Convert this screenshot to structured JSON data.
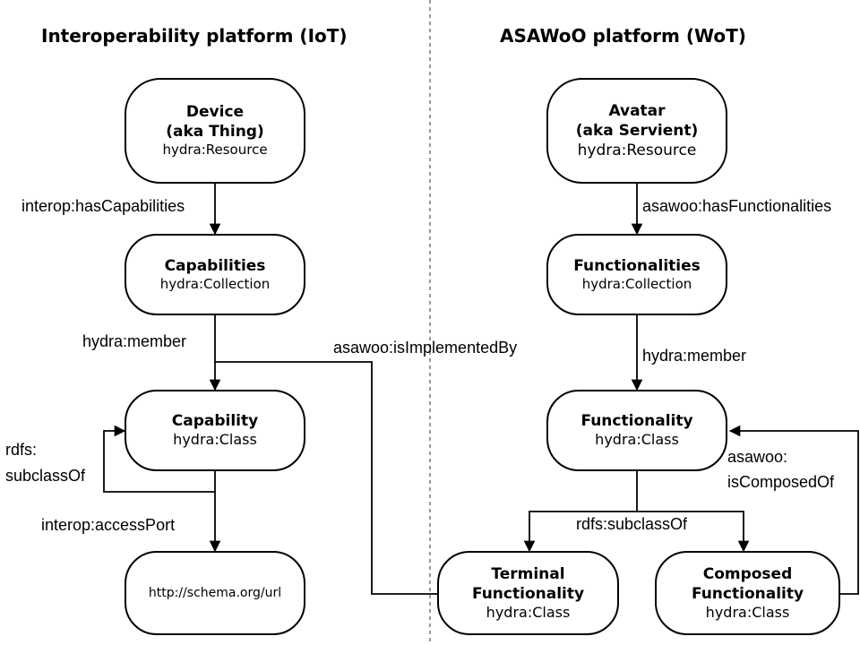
{
  "titles": {
    "left": "Interoperability platform (IoT)",
    "right": "ASAWoO platform (WoT)"
  },
  "nodes": {
    "device": {
      "title1": "Device",
      "title2": "(aka Thing)",
      "type": "hydra:Resource"
    },
    "capabilities": {
      "title": "Capabilities",
      "type": "hydra:Collection"
    },
    "capability": {
      "title": "Capability",
      "type": "hydra:Class"
    },
    "url": {
      "text": "http://schema.org/url"
    },
    "avatar": {
      "title1": "Avatar",
      "title2": "(aka Servient)",
      "type": "hydra:Resource"
    },
    "functionalities": {
      "title": "Functionalities",
      "type": "hydra:Collection"
    },
    "functionality": {
      "title": "Functionality",
      "type": "hydra:Class"
    },
    "terminal": {
      "title1": "Terminal",
      "title2": "Functionality",
      "type": "hydra:Class"
    },
    "composed": {
      "title1": "Composed",
      "title2": "Functionality",
      "type": "hydra:Class"
    }
  },
  "edges": {
    "has_capabilities": "interop:hasCapabilities",
    "hydra_member_left": "hydra:member",
    "is_implemented_by": "asawoo:isImplementedBy",
    "rdfs_left_1": "rdfs:",
    "rdfs_left_2": "subclassOf",
    "access_port": "interop:accessPort",
    "has_functionalities": "asawoo:hasFunctionalities",
    "hydra_member_right": "hydra:member",
    "is_composed_of_1": "asawoo:",
    "is_composed_of_2": "isComposedOf",
    "rdfs_subclass_of": "rdfs:subclassOf"
  }
}
